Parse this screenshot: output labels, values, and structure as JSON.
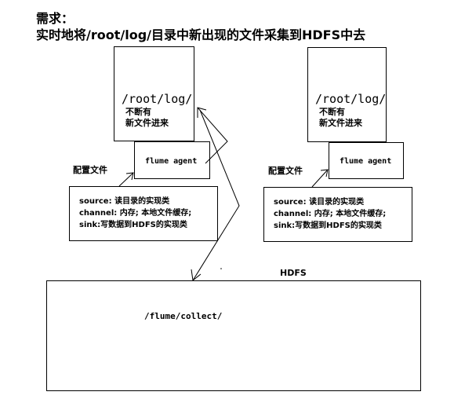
{
  "title": {
    "line1": "需求：",
    "line2": "实时地将/root/log/目录中新出现的文件采集到HDFS中去"
  },
  "left": {
    "dir_path": "/root/log/",
    "dir_note_1": "不断有",
    "dir_note_2": "新文件进来",
    "agent_label": "flume agent",
    "config_label": "配置文件",
    "config_lines": [
      "source: 读目录的实现类",
      "channel: 内存; 本地文件缓存;",
      "sink:写数据到HDFS的实现类"
    ]
  },
  "right": {
    "dir_path": "/root/log/",
    "dir_note_1": "不断有",
    "dir_note_2": "新文件进来",
    "agent_label": "flume agent",
    "config_label": "配置文件",
    "config_lines": [
      "source: 读目录的实现类",
      "channel: 内存; 本地文件缓存;",
      "sink:写数据到HDFS的实现类"
    ]
  },
  "hdfs": {
    "label": "HDFS",
    "path": "/flume/collect/"
  }
}
